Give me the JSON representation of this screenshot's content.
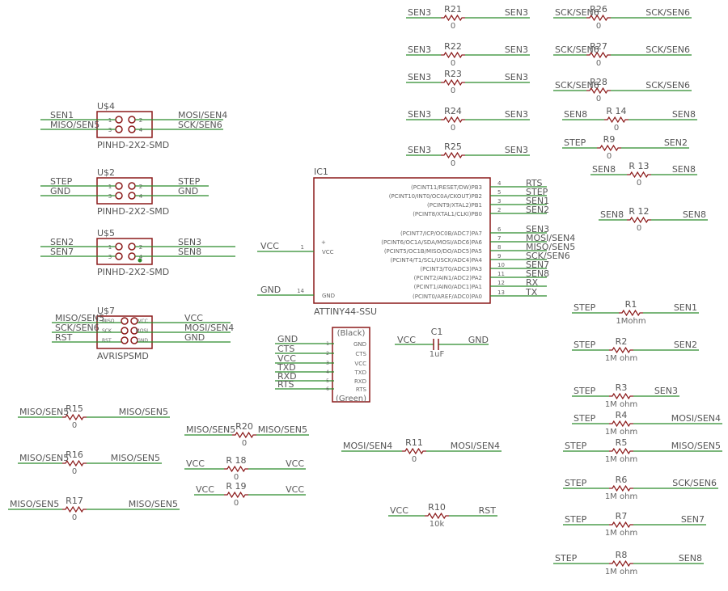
{
  "resistors": [
    {
      "id": "R21",
      "value": "0",
      "left": "SEN3",
      "right": "SEN3"
    },
    {
      "id": "R22",
      "value": "0",
      "left": "SEN3",
      "right": "SEN3"
    },
    {
      "id": "R23",
      "value": "0",
      "left": "SEN3",
      "right": "SEN3"
    },
    {
      "id": "R24",
      "value": "0",
      "left": "SEN3",
      "right": "SEN3"
    },
    {
      "id": "R25",
      "value": "0",
      "left": "SEN3",
      "right": "SEN3"
    },
    {
      "id": "R26",
      "value": "0",
      "left": "SCK/SEN6",
      "right": "SCK/SEN6"
    },
    {
      "id": "R27",
      "value": "0",
      "left": "SCK/SEN6",
      "right": "SCK/SEN6"
    },
    {
      "id": "R28",
      "value": "0",
      "left": "SCK/SEN6",
      "right": "SCK/SEN6"
    },
    {
      "id": "R 14",
      "value": "0",
      "left": "SEN8",
      "right": "SEN8"
    },
    {
      "id": "R9",
      "value": "0",
      "left": "STEP",
      "right": "SEN2"
    },
    {
      "id": "R 13",
      "value": "0",
      "left": "SEN8",
      "right": "SEN8"
    },
    {
      "id": "R 12",
      "value": "0",
      "left": "SEN8",
      "right": "SEN8"
    },
    {
      "id": "R1",
      "value": "1Mohm",
      "left": "STEP",
      "right": "SEN1"
    },
    {
      "id": "R2",
      "value": "1M ohm",
      "left": "STEP",
      "right": "SEN2"
    },
    {
      "id": "R3",
      "value": "1M ohm",
      "left": "STEP",
      "right": "SEN3"
    },
    {
      "id": "R4",
      "value": "1M ohm",
      "left": "STEP",
      "right": "MOSI/SEN4"
    },
    {
      "id": "R5",
      "value": "1M ohm",
      "left": "STEP",
      "right": "MISO/SEN5"
    },
    {
      "id": "R6",
      "value": "1M ohm",
      "left": "STEP",
      "right": "SCK/SEN6"
    },
    {
      "id": "R7",
      "value": "1M ohm",
      "left": "STEP",
      "right": "SEN7"
    },
    {
      "id": "R8",
      "value": "1M ohm",
      "left": "STEP",
      "right": "SEN8"
    },
    {
      "id": "R15",
      "value": "0",
      "left": "MISO/SEN5",
      "right": "MISO/SEN5"
    },
    {
      "id": "R16",
      "value": "0",
      "left": "MISO/SEN5",
      "right": "MISO/SEN5"
    },
    {
      "id": "R17",
      "value": "0",
      "left": "MISO/SEN5",
      "right": "MISO/SEN5"
    },
    {
      "id": "R20",
      "value": "0",
      "left": "MISO/SEN5",
      "right": "MISO/SEN5"
    },
    {
      "id": "R 18",
      "value": "0",
      "left": "VCC",
      "right": "VCC"
    },
    {
      "id": "R 19",
      "value": "0",
      "left": "VCC",
      "right": "VCC"
    },
    {
      "id": "R11",
      "value": "0",
      "left": "MOSI/SEN4",
      "right": "MOSI/SEN4"
    },
    {
      "id": "R10",
      "value": "10k",
      "left": "VCC",
      "right": "RST"
    }
  ],
  "headers": [
    {
      "id": "U$4",
      "package": "PINHD-2X2-SMD",
      "pins": [
        "1",
        "2",
        "3",
        "4"
      ],
      "left": [
        "SEN1",
        "MISO/SEN5"
      ],
      "right": [
        "MOSI/SEN4",
        "SCK/SEN6"
      ]
    },
    {
      "id": "U$2",
      "package": "PINHD-2X2-SMD",
      "pins": [
        "1",
        "2",
        "3",
        "4"
      ],
      "left": [
        "STEP",
        "GND"
      ],
      "right": [
        "STEP",
        "GND"
      ]
    },
    {
      "id": "U$5",
      "package": "PINHD-2X2-SMD",
      "pins": [
        "1",
        "2",
        "3",
        "4"
      ],
      "left": [
        "SEN2",
        "SEN7"
      ],
      "right": [
        "SEN3",
        "SEN8"
      ]
    },
    {
      "id": "U$7",
      "package": "AVRISPSMD",
      "pins": [
        "MISO",
        "VCC",
        "SCK",
        "MOSI",
        "RST",
        "GND"
      ],
      "left": [
        "MISO/SEN5",
        "SCK/SEN6",
        "RST"
      ],
      "right": [
        "VCC",
        "MOSI/SEN4",
        "GND"
      ]
    }
  ],
  "ic": {
    "id": "IC1",
    "part": "ATTINY44-SSU",
    "left_pins": [
      {
        "num": "1",
        "name": "VCC",
        "net": "VCC"
      },
      {
        "num": "14",
        "name": "GND",
        "net": "GND"
      }
    ],
    "right_pins": [
      {
        "num": "4",
        "name": "(PCINT11/RESET/DW)PB3",
        "net": "RTS"
      },
      {
        "num": "5",
        "name": "(PCINT10/INT0/OC0A/CKOUT)PB2",
        "net": "STEP"
      },
      {
        "num": "3",
        "name": "(PCINT9/XTAL2)PB1",
        "net": "SEN1"
      },
      {
        "num": "2",
        "name": "(PCINT8/XTAL1/CLKI)PB0",
        "net": "SEN2"
      },
      {
        "num": "6",
        "name": "(PCINT7/ICP/OC0B/ADC7)PA7",
        "net": "SEN3"
      },
      {
        "num": "7",
        "name": "(PCINT6/OC1A/SDA/MOSI/ADC6)PA6",
        "net": "MOSI/SEN4"
      },
      {
        "num": "8",
        "name": "(PCINT5/OC1B/MISO/DO/ADC5)PA5",
        "net": "MISO/SEN5"
      },
      {
        "num": "9",
        "name": "(PCINT4/T1/SCL/USCK/ADC4)PA4",
        "net": "SCK/SEN6"
      },
      {
        "num": "10",
        "name": "(PCINT3/T0/ADC3)PA3",
        "net": "SEN7"
      },
      {
        "num": "11",
        "name": "(PCINT2/AIN1/ADC2)PA2",
        "net": "SEN8"
      },
      {
        "num": "12",
        "name": "(PCINT1/AIN0/ADC1)PA1",
        "net": "RX"
      },
      {
        "num": "13",
        "name": "(PCINT0/AREF/ADC0)PA0",
        "net": "TX"
      }
    ]
  },
  "ftdi": {
    "top": "(Black)",
    "bottom": "(Green)",
    "pins": [
      {
        "num": "1",
        "name": "GND",
        "net": "GND"
      },
      {
        "num": "2",
        "name": "CTS",
        "net": "CTS"
      },
      {
        "num": "3",
        "name": "VCC",
        "net": "VCC"
      },
      {
        "num": "4",
        "name": "TXD",
        "net": "TXD"
      },
      {
        "num": "5",
        "name": "RXD",
        "net": "RXD"
      },
      {
        "num": "6",
        "name": "RTS",
        "net": "RTS"
      }
    ]
  },
  "capacitor": {
    "id": "C1",
    "value": "1uF",
    "left": "VCC",
    "right": "GND"
  }
}
